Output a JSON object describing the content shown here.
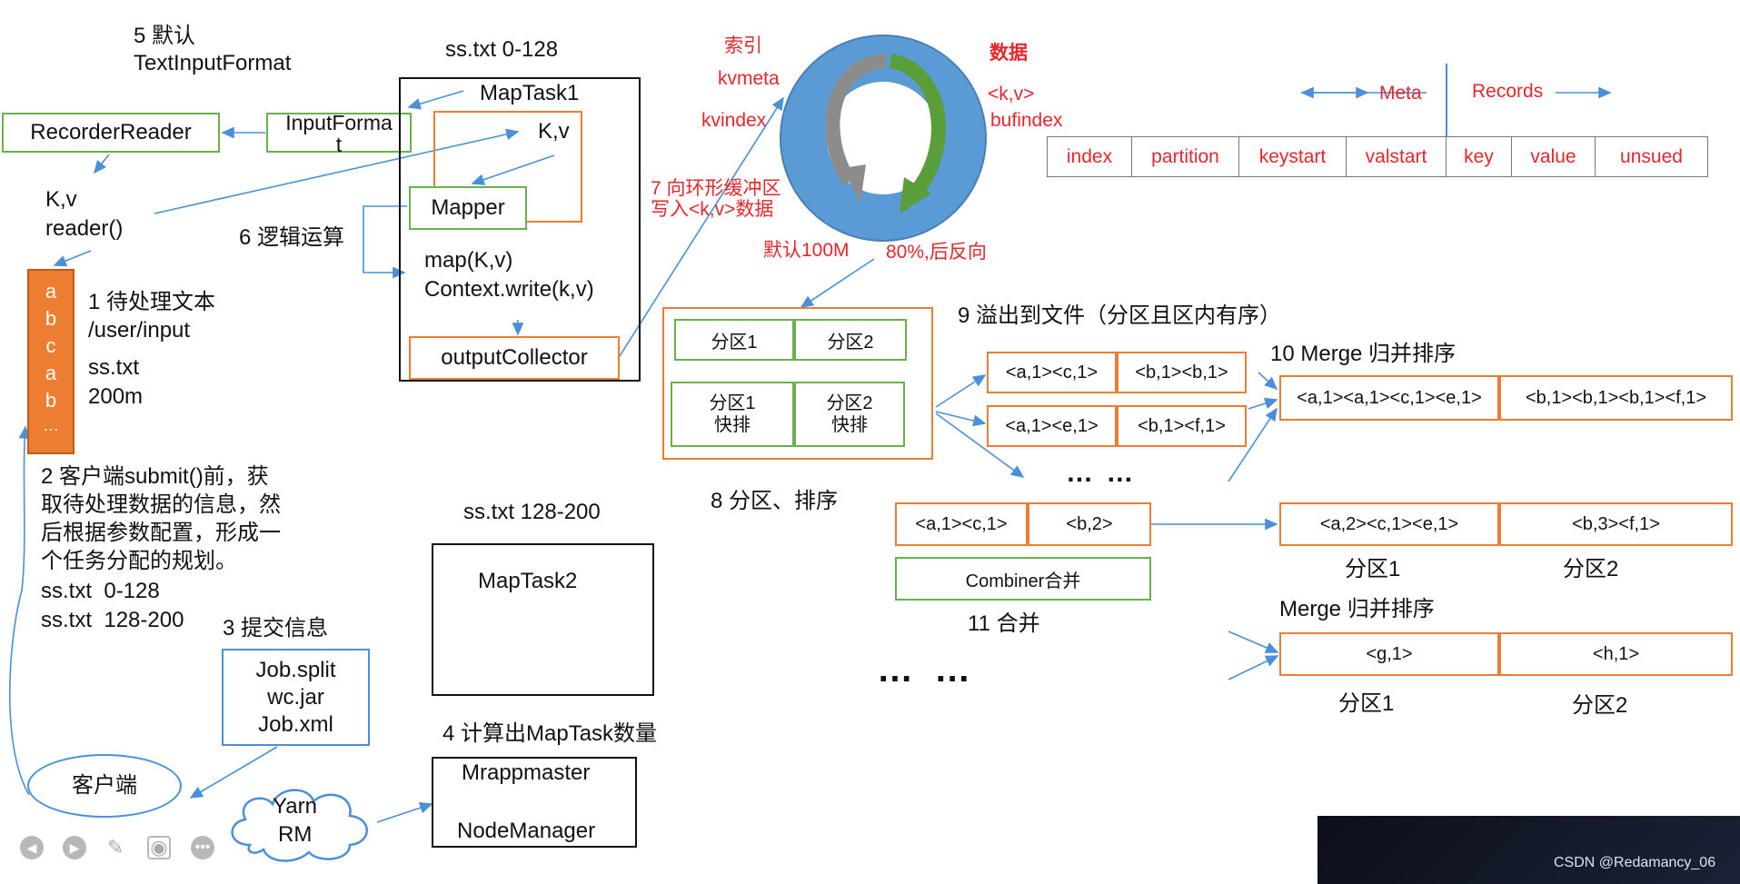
{
  "left": {
    "step5": "5 默认",
    "step5b": "TextInputFormat",
    "recorder_reader": "RecorderReader",
    "input_format": "InputForma\nt",
    "kv": "K,v",
    "reader": "reader()",
    "text_chars": [
      "a",
      "b",
      "c",
      "a",
      "b",
      "…"
    ],
    "step1": "1 待处理文本",
    "path": "/user/input",
    "file": "ss.txt",
    "size": "200m",
    "step2_lines": [
      "2 客户端submit()前，获",
      "取待处理数据的信息，然",
      "后根据参数配置，形成一",
      "个任务分配的规划。"
    ],
    "split1": "ss.txt  0-128",
    "split2": "ss.txt  128-200",
    "step3": "3 提交信息",
    "job_files": [
      "Job.split",
      "wc.jar",
      "Job.xml"
    ],
    "client": "客户端",
    "yarn": "Yarn",
    "rm": "RM"
  },
  "maptask": {
    "range1": "ss.txt 0-128",
    "name1": "MapTask1",
    "kv": "K,v",
    "mapper": "Mapper",
    "step6": "6 逻辑运算",
    "map_fn": "map(K,v)",
    "ctx_write": "Context.write(k,v)",
    "collector": "outputCollector",
    "range2": "ss.txt 128-200",
    "name2": "MapTask2",
    "step4": "4 计算出MapTask数量",
    "mrappmaster": "Mrappmaster",
    "nodemanager": "NodeManager"
  },
  "ring": {
    "index_label": "索引",
    "kvmeta": "kvmeta",
    "kvindex": "kvindex",
    "data_label": "数据",
    "kv": "<k,v>",
    "bufindex": "bufindex",
    "step7a": "7 向环形缓冲区",
    "step7b": "写入<k,v>数据",
    "default_size": "默认100M",
    "threshold": "80%,后反向"
  },
  "meta_table": {
    "meta": "Meta",
    "records": "Records",
    "cells": [
      "index",
      "partition",
      "keystart",
      "valstart",
      "key",
      "value",
      "unsued"
    ]
  },
  "partition": {
    "p1": "分区1",
    "p2": "分区2",
    "p1_sort": "分区1\n快排",
    "p2_sort": "分区2\n快排",
    "step8": "8 分区、排序"
  },
  "spill": {
    "step9": "9 溢出到文件（分区且区内有序）",
    "f1a": "<a,1><c,1>",
    "f1b": "<b,1><b,1>",
    "f2a": "<a,1><e,1>",
    "f2b": "<b,1><f,1>",
    "dots": "… …"
  },
  "merge": {
    "step10": "10 Merge 归并排序",
    "m1a": "<a,1><a,1><c,1><e,1>",
    "m1b": "<b,1><b,1><b,1><f,1>",
    "c1a": "<a,1><c,1>",
    "c1b": "<b,2>",
    "combiner": "Combiner合并",
    "step11": "11 合并",
    "r1a": "<a,2><c,1><e,1>",
    "r1b": "<b,3><f,1>",
    "r_p1": "分区1",
    "r_p2": "分区2",
    "merge2": "Merge 归并排序",
    "g": "<g,1>",
    "h": "<h,1>",
    "g_p1": "分区1",
    "g_p2": "分区2",
    "big_dots": "… …"
  },
  "watermark": "CSDN @Redamancy_06"
}
